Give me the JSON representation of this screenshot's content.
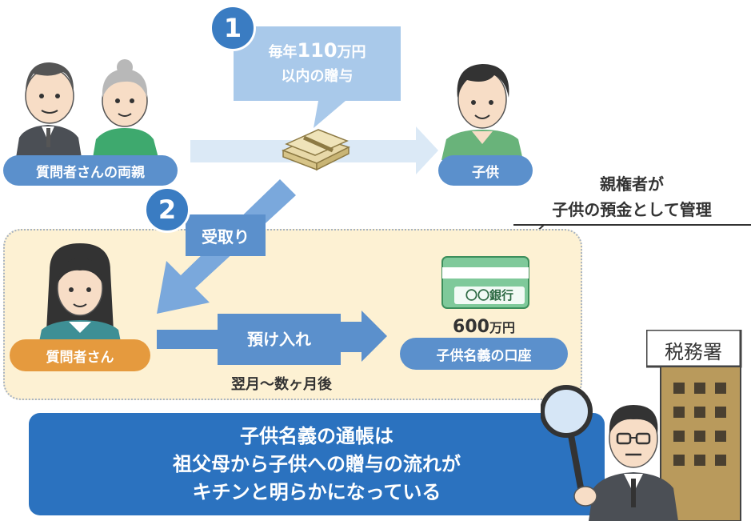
{
  "step1": {
    "number": "1",
    "line1_prefix": "毎年",
    "line1_amount": "110",
    "line1_suffix": "万円",
    "line2": "以内の贈与"
  },
  "step2": {
    "number": "2",
    "label": "受取り"
  },
  "parents_label": "質問者さんの両親",
  "child_label": "子供",
  "questioner_label": "質問者さん",
  "deposit_label": "預け入れ",
  "timing_label": "翌月～数ヶ月後",
  "bank_card_text": "〇〇銀行",
  "account_amount_number": "600",
  "account_amount_unit": "万円",
  "account_label": "子供名義の口座",
  "management_note": {
    "line1": "親権者が",
    "line2": "子供の預金として管理"
  },
  "tax_office_sign": "税務署",
  "banner": {
    "line1": "子供名義の通帳は",
    "line2": "祖父母から子供への贈与の流れが",
    "line3": "キチンと明らかになっている"
  },
  "colors": {
    "primary_blue": "#2b72bf",
    "pill_blue": "#5b90cc",
    "light_blue": "#a9c9ea",
    "orange": "#e59a3e",
    "cream": "#fdf1d3"
  }
}
